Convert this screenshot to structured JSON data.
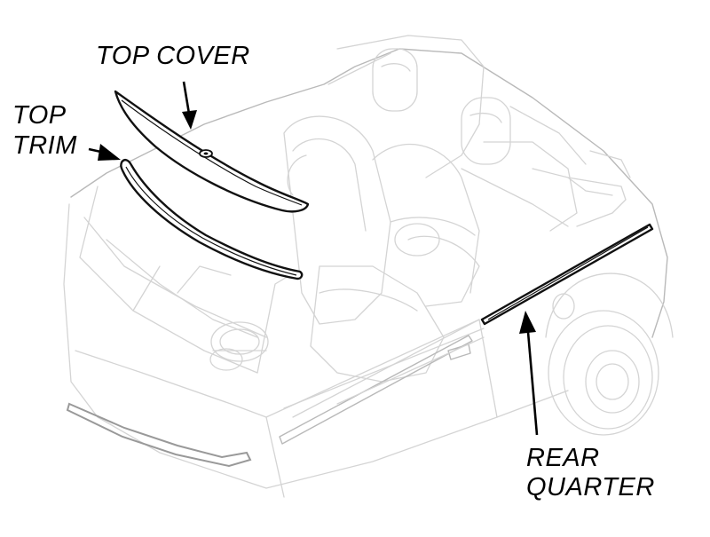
{
  "labels": {
    "top_cover": "TOP COVER",
    "top_trim_line1": "TOP",
    "top_trim_line2": "TRIM",
    "rear_quarter_line1": "REAR",
    "rear_quarter_line2": "QUARTER"
  },
  "colors": {
    "line_art": "#d4d4d4",
    "highlight_parts": "#111111",
    "text": "#000000",
    "background": "#ffffff"
  }
}
